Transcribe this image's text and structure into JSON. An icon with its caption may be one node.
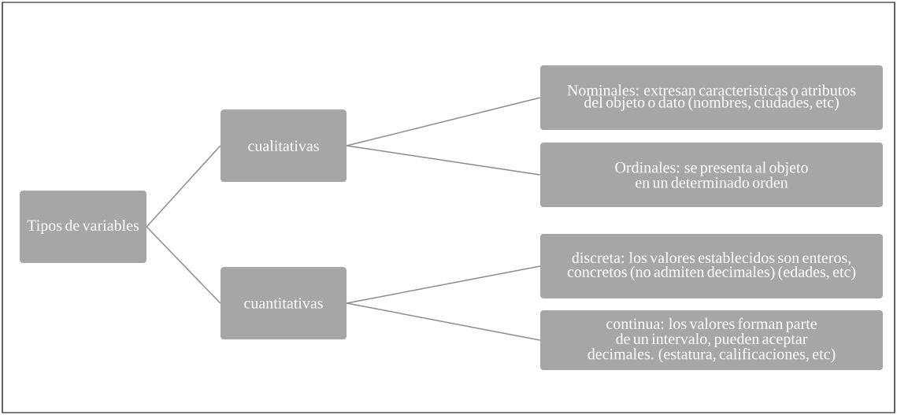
{
  "diagram": {
    "nodes": [
      {
        "text": [
          "Tipos de variables"
        ]
      },
      {
        "text": [
          "cualitativas"
        ]
      },
      {
        "text": [
          "cuantitativas"
        ]
      },
      {
        "text": [
          "Nominales: extresan caracteristicas o atributos del objeto o dato (nombres, ciudades, etc)"
        ]
      },
      {
        "text": [
          "Ordinales: se presenta al objeto en un determinado orden"
        ]
      },
      {
        "text": [
          "discreta: los valores establecidos son enteros, concretos (no admiten decimales) (edades, etc)"
        ]
      },
      {
        "text": [
          "continua: los valores forman parte de un intervalo, pueden aceptar decimales. (estatura, calificaciones, etc)"
        ]
      }
    ],
    "edges": [
      {
        "from": 0,
        "to": 1,
        "arrow": "none"
      },
      {
        "from": 0,
        "to": 2,
        "arrow": "none"
      },
      {
        "from": 1,
        "to": 3,
        "arrow": "none"
      },
      {
        "from": 1,
        "to": 4,
        "arrow": "none"
      },
      {
        "from": 2,
        "to": 5,
        "arrow": "none"
      },
      {
        "from": 2,
        "to": 6,
        "arrow": "none"
      }
    ]
  }
}
